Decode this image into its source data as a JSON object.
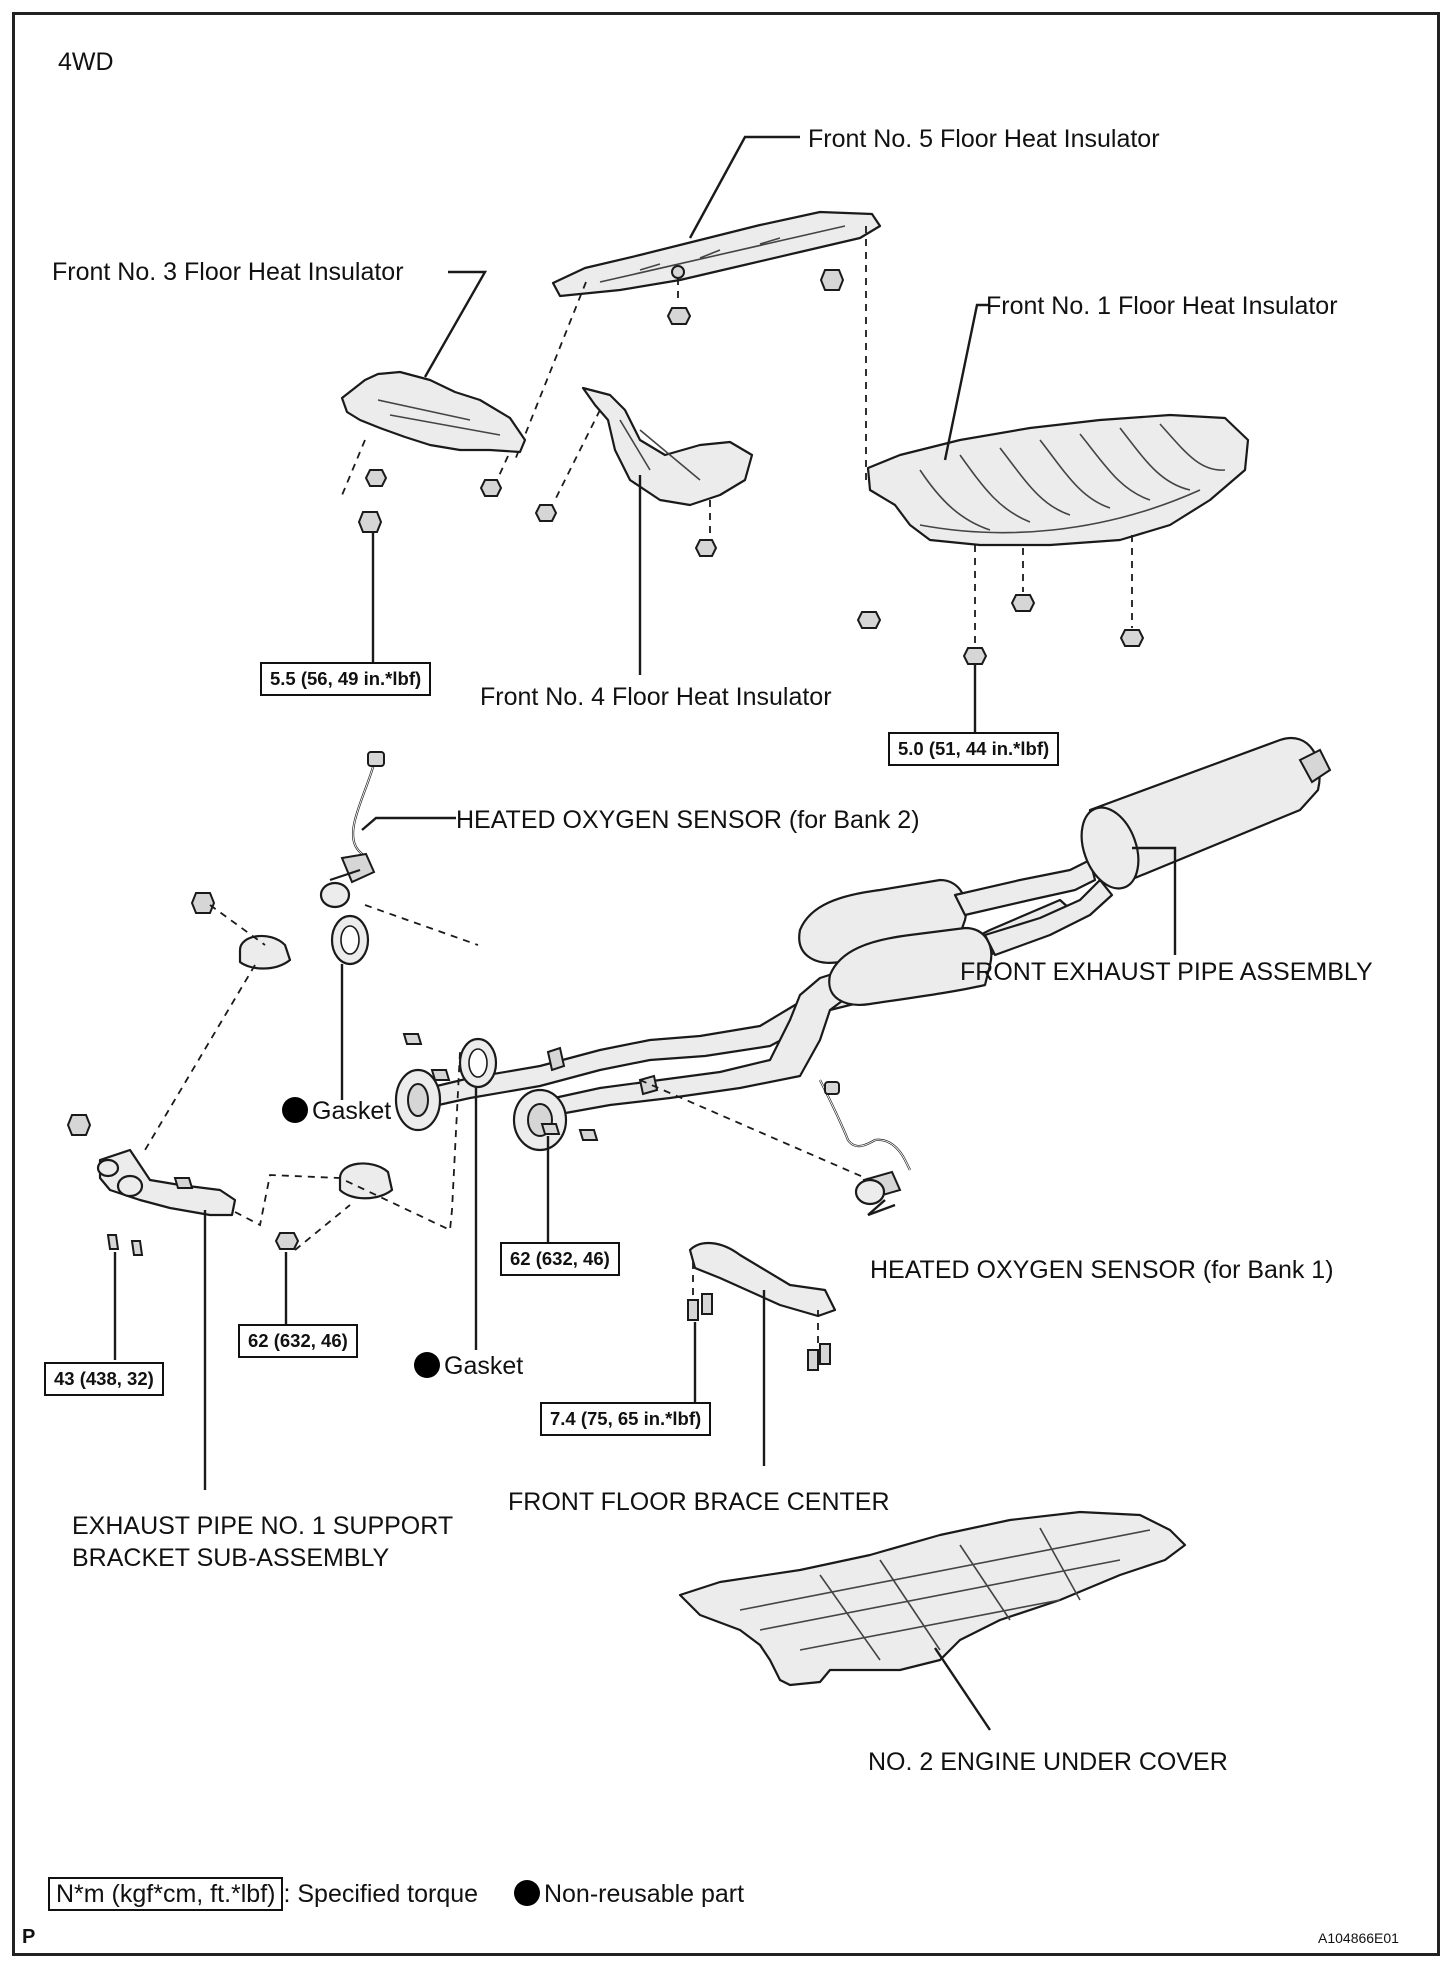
{
  "variant": "4WD",
  "parts": {
    "insulator_5": "Front No. 5 Floor Heat Insulator",
    "insulator_3": "Front No. 3 Floor Heat Insulator",
    "insulator_1": "Front No. 1 Floor Heat Insulator",
    "insulator_4": "Front No. 4 Floor Heat Insulator",
    "sensor_bank2": "HEATED OXYGEN SENSOR (for Bank 2)",
    "exhaust_assembly": "FRONT EXHAUST PIPE ASSEMBLY",
    "gasket": "Gasket",
    "sensor_bank1": "HEATED OXYGEN SENSOR (for Bank 1)",
    "bracket_line1": "EXHAUST PIPE NO. 1 SUPPORT",
    "bracket_line2": "BRACKET SUB-ASSEMBLY",
    "brace_center": "FRONT FLOOR BRACE CENTER",
    "under_cover": "NO. 2 ENGINE UNDER COVER"
  },
  "torques": {
    "t_insulator3": "5.5 (56, 49 in.*lbf)",
    "t_insulator1": "5.0 (51, 44 in.*lbf)",
    "t_flange_bank1": "62 (632, 46)",
    "t_flange_bank2": "62 (632, 46)",
    "t_bracket": "43 (438, 32)",
    "t_brace": "7.4 (75, 65 in.*lbf)"
  },
  "legend": {
    "unit_box": "N*m (kgf*cm, ft.*lbf)",
    "unit_text": ": Specified torque",
    "dot_text": "Non-reusable part"
  },
  "footer": {
    "left_mark": "P",
    "figure_code": "A104866E01"
  },
  "colors": {
    "line": "#1a1a1a",
    "part_fill": "#e9e9e9",
    "non_reusable_dot": "#000000"
  }
}
